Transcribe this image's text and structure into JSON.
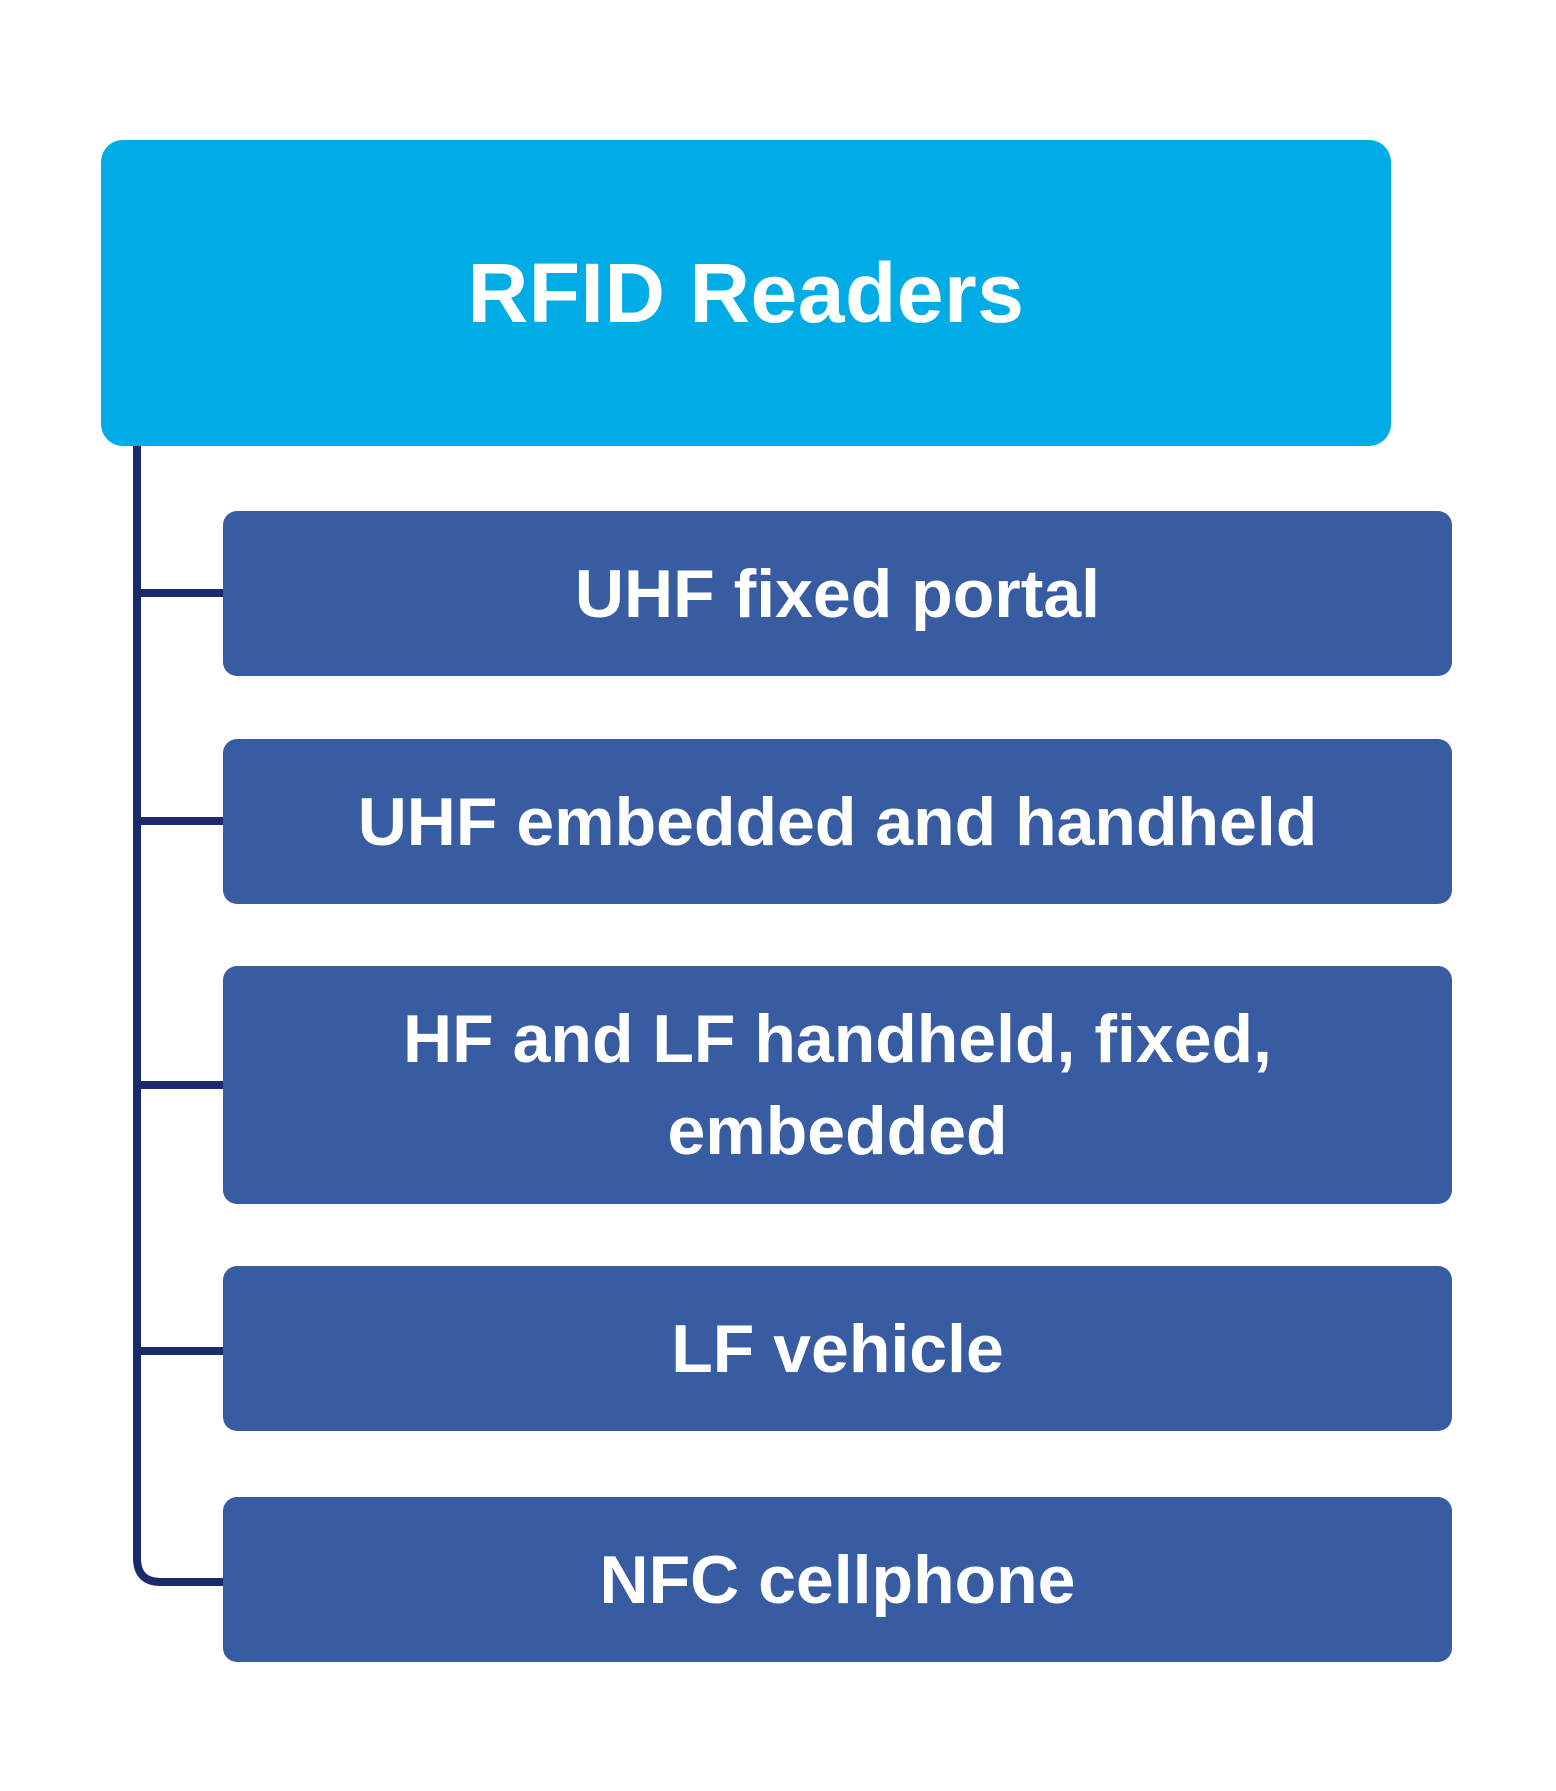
{
  "diagram": {
    "root": {
      "label": "RFID Readers",
      "color": "#00ACE6"
    },
    "children_color": "#385CA1",
    "connector_color": "#1B2A6B",
    "children": [
      {
        "label": "UHF fixed portal"
      },
      {
        "label": "UHF embedded and handheld"
      },
      {
        "label": "HF and LF handheld, fixed, embedded"
      },
      {
        "label": "LF vehicle"
      },
      {
        "label": "NFC cellphone"
      }
    ]
  }
}
